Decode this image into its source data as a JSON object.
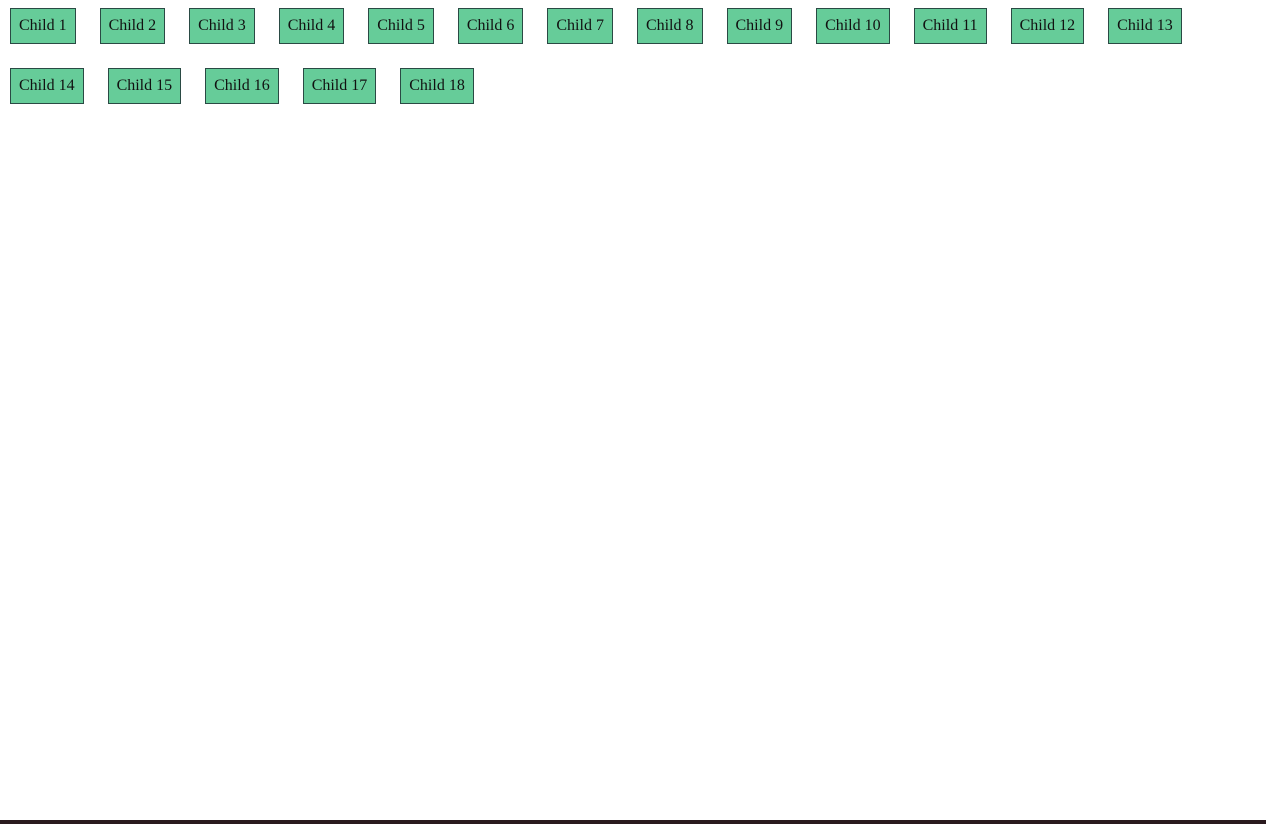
{
  "children": [
    {
      "label": "Child 1"
    },
    {
      "label": "Child 2"
    },
    {
      "label": "Child 3"
    },
    {
      "label": "Child 4"
    },
    {
      "label": "Child 5"
    },
    {
      "label": "Child 6"
    },
    {
      "label": "Child 7"
    },
    {
      "label": "Child 8"
    },
    {
      "label": "Child 9"
    },
    {
      "label": "Child 10"
    },
    {
      "label": "Child 11"
    },
    {
      "label": "Child 12"
    },
    {
      "label": "Child 13"
    },
    {
      "label": "Child 14"
    },
    {
      "label": "Child 15"
    },
    {
      "label": "Child 16"
    },
    {
      "label": "Child 17"
    },
    {
      "label": "Child 18"
    }
  ],
  "colors": {
    "child_fill": "#66cc99",
    "child_border": "#2a4a44",
    "bottom_strip": "#2a1a1e"
  }
}
